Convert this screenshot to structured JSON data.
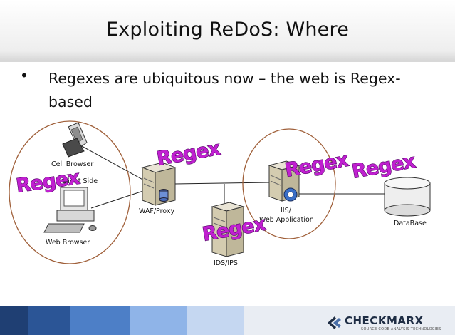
{
  "slide": {
    "title": "Exploiting ReDoS: Where",
    "bullet": "Regexes are ubiquitous now – the web is Regex-based"
  },
  "diagram": {
    "client": {
      "cell_browser": "Cell Browser",
      "client_side": "Client Side",
      "web_browser": "Web Browser"
    },
    "waf": "WAF/Proxy",
    "ids": "IDS/IPS",
    "iis_line1": "IIS/",
    "iis_line2": "Web Application",
    "database": "DataBase",
    "regex_label": "Regex"
  },
  "footer": {
    "logo": "CHECKMARX",
    "tagline": "SOURCE CODE ANALYSIS TECHNOLOGIES"
  },
  "colors": {
    "regex_fill": "#c020d0",
    "ellipse": "#a0603a",
    "footer_dark": "#2b4f86",
    "footer_light": "#8fb4e8"
  }
}
